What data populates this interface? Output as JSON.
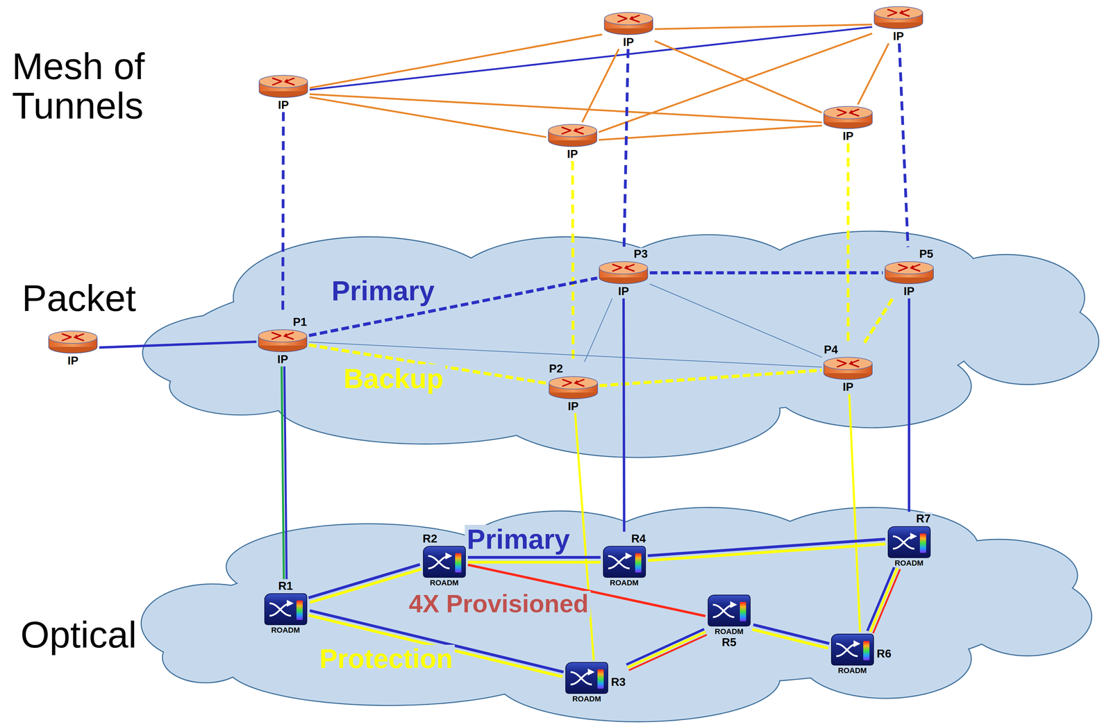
{
  "diagram": {
    "nodes": [
      {
        "text": [
          "IP"
        ]
      },
      {
        "text": [
          "IP"
        ]
      },
      {
        "text": [
          "IP"
        ]
      },
      {
        "text": [
          "IP"
        ]
      },
      {
        "text": [
          "IP"
        ]
      },
      {
        "text": [
          "IP"
        ]
      },
      {
        "text": [
          "P1",
          "IP"
        ]
      },
      {
        "text": [
          "P3",
          "IP"
        ]
      },
      {
        "text": [
          "P5",
          "IP"
        ]
      },
      {
        "text": [
          "P2",
          "IP"
        ]
      },
      {
        "text": [
          "P4",
          "IP"
        ]
      },
      {
        "text": [
          "R1",
          "ROADM"
        ]
      },
      {
        "text": [
          "R2",
          "ROADM"
        ]
      },
      {
        "text": [
          "R4",
          "ROADM"
        ]
      },
      {
        "text": [
          "R7",
          "ROADM"
        ]
      },
      {
        "text": [
          "R5",
          "ROADM"
        ]
      },
      {
        "text": [
          "R6",
          "ROADM"
        ]
      },
      {
        "text": [
          "R3",
          "ROADM"
        ]
      }
    ],
    "edges": [
      {
        "from": 0,
        "to": 1,
        "arrow": "none"
      },
      {
        "from": 0,
        "to": 2,
        "arrow": "none"
      },
      {
        "from": 0,
        "to": 3,
        "arrow": "none"
      },
      {
        "from": 0,
        "to": 4,
        "arrow": "none"
      },
      {
        "from": 1,
        "to": 2,
        "arrow": "none"
      },
      {
        "from": 1,
        "to": 3,
        "arrow": "none"
      },
      {
        "from": 1,
        "to": 4,
        "arrow": "none"
      },
      {
        "from": 2,
        "to": 3,
        "arrow": "none"
      },
      {
        "from": 2,
        "to": 4,
        "arrow": "none"
      },
      {
        "from": 3,
        "to": 4,
        "arrow": "none"
      },
      {
        "from": 0,
        "to": 6,
        "arrow": "none"
      },
      {
        "from": 1,
        "to": 7,
        "arrow": "none"
      },
      {
        "from": 2,
        "to": 8,
        "arrow": "none"
      },
      {
        "from": 3,
        "to": 9,
        "arrow": "none"
      },
      {
        "from": 4,
        "to": 10,
        "arrow": "none"
      },
      {
        "from": 5,
        "to": 6,
        "arrow": "none"
      },
      {
        "from": 6,
        "to": 7,
        "arrow": "none"
      },
      {
        "from": 7,
        "to": 8,
        "arrow": "none"
      },
      {
        "from": 6,
        "to": 9,
        "arrow": "none"
      },
      {
        "from": 9,
        "to": 10,
        "arrow": "none"
      },
      {
        "from": 10,
        "to": 8,
        "arrow": "none"
      },
      {
        "from": 6,
        "to": 10,
        "arrow": "none"
      },
      {
        "from": 7,
        "to": 9,
        "arrow": "none"
      },
      {
        "from": 7,
        "to": 10,
        "arrow": "none"
      },
      {
        "from": 6,
        "to": 11,
        "arrow": "none"
      },
      {
        "from": 9,
        "to": 17,
        "arrow": "none"
      },
      {
        "from": 7,
        "to": 13,
        "arrow": "none"
      },
      {
        "from": 10,
        "to": 16,
        "arrow": "none"
      },
      {
        "from": 8,
        "to": 14,
        "arrow": "none"
      },
      {
        "from": 11,
        "to": 12,
        "arrow": "none"
      },
      {
        "from": 11,
        "to": 17,
        "arrow": "none"
      },
      {
        "from": 12,
        "to": 13,
        "arrow": "none"
      },
      {
        "from": 13,
        "to": 14,
        "arrow": "none"
      },
      {
        "from": 12,
        "to": 15,
        "arrow": "none"
      },
      {
        "from": 17,
        "to": 15,
        "arrow": "none"
      },
      {
        "from": 15,
        "to": 16,
        "arrow": "none"
      },
      {
        "from": 16,
        "to": 14,
        "arrow": "none"
      }
    ],
    "labels": [
      "Mesh of Tunnels",
      "Packet",
      "Optical",
      "Primary",
      "Backup",
      "Primary",
      "4X Provisioned",
      "Protection"
    ]
  }
}
